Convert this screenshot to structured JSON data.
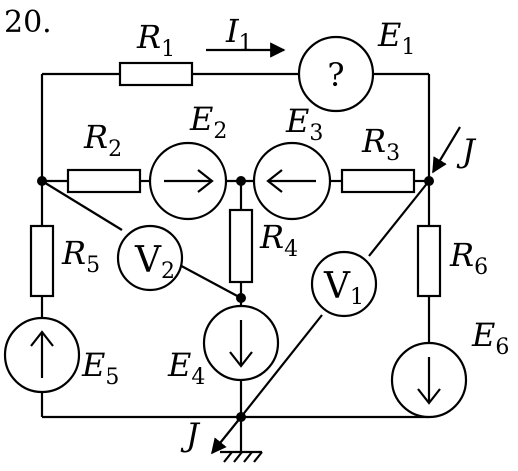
{
  "problem_number": "20.",
  "components": {
    "R1": {
      "name": "R",
      "sub": "1"
    },
    "R2": {
      "name": "R",
      "sub": "2"
    },
    "R3": {
      "name": "R",
      "sub": "3"
    },
    "R4": {
      "name": "R",
      "sub": "4"
    },
    "R5": {
      "name": "R",
      "sub": "5"
    },
    "R6": {
      "name": "R",
      "sub": "6"
    },
    "E1": {
      "name": "E",
      "sub": "1",
      "symbol": "?"
    },
    "E2": {
      "name": "E",
      "sub": "2"
    },
    "E3": {
      "name": "E",
      "sub": "3"
    },
    "E4": {
      "name": "E",
      "sub": "4"
    },
    "E5": {
      "name": "E",
      "sub": "5"
    },
    "E6": {
      "name": "E",
      "sub": "6"
    },
    "V1": {
      "name": "V",
      "sub": "1"
    },
    "V2": {
      "name": "V",
      "sub": "2"
    }
  },
  "current_I1": {
    "name": "I",
    "sub": "1"
  },
  "current_source_label": "J"
}
